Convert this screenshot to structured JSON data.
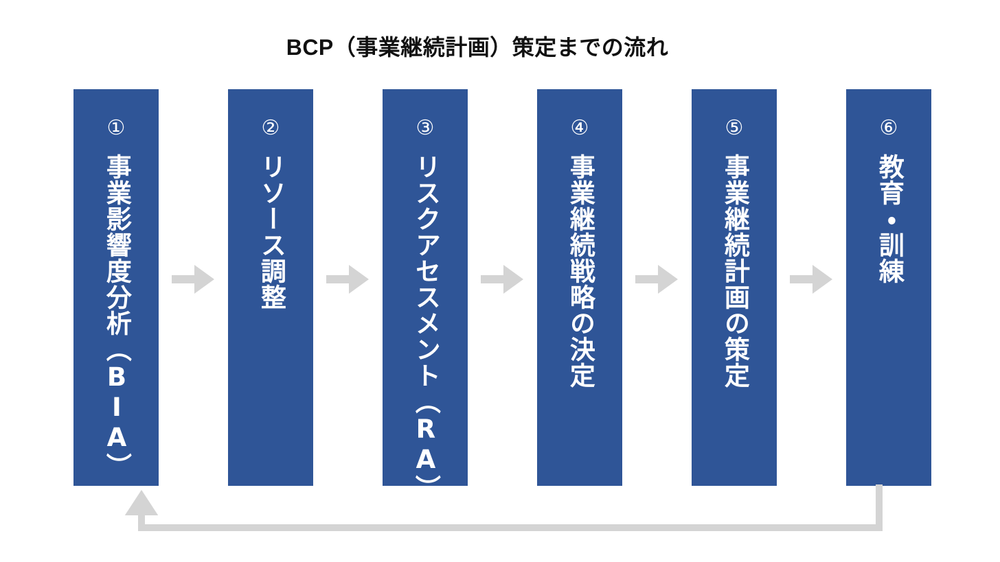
{
  "title": "BCP（事業継続計画）策定までの流れ",
  "colors": {
    "box_fill": "#2F5597",
    "box_text": "#FFFFFF",
    "arrow": "#D4D4D4",
    "title_text": "#111111",
    "background": "#FFFFFF"
  },
  "steps": [
    {
      "number": "①",
      "label": "事業影響度分析（BIA）"
    },
    {
      "number": "②",
      "label": "リソース調整"
    },
    {
      "number": "③",
      "label": "リスクアセスメント（RA）"
    },
    {
      "number": "④",
      "label": "事業継続戦略の決定"
    },
    {
      "number": "⑤",
      "label": "事業継続計画の策定"
    },
    {
      "number": "⑥",
      "label": "教育・訓練"
    }
  ],
  "connectors": {
    "forward_arrow_icon": "arrow-right-icon",
    "count": 5,
    "feedback_arrow_icon": "feedback-loop-arrow-icon",
    "feedback_direction": "step-6-back-to-step-1"
  }
}
